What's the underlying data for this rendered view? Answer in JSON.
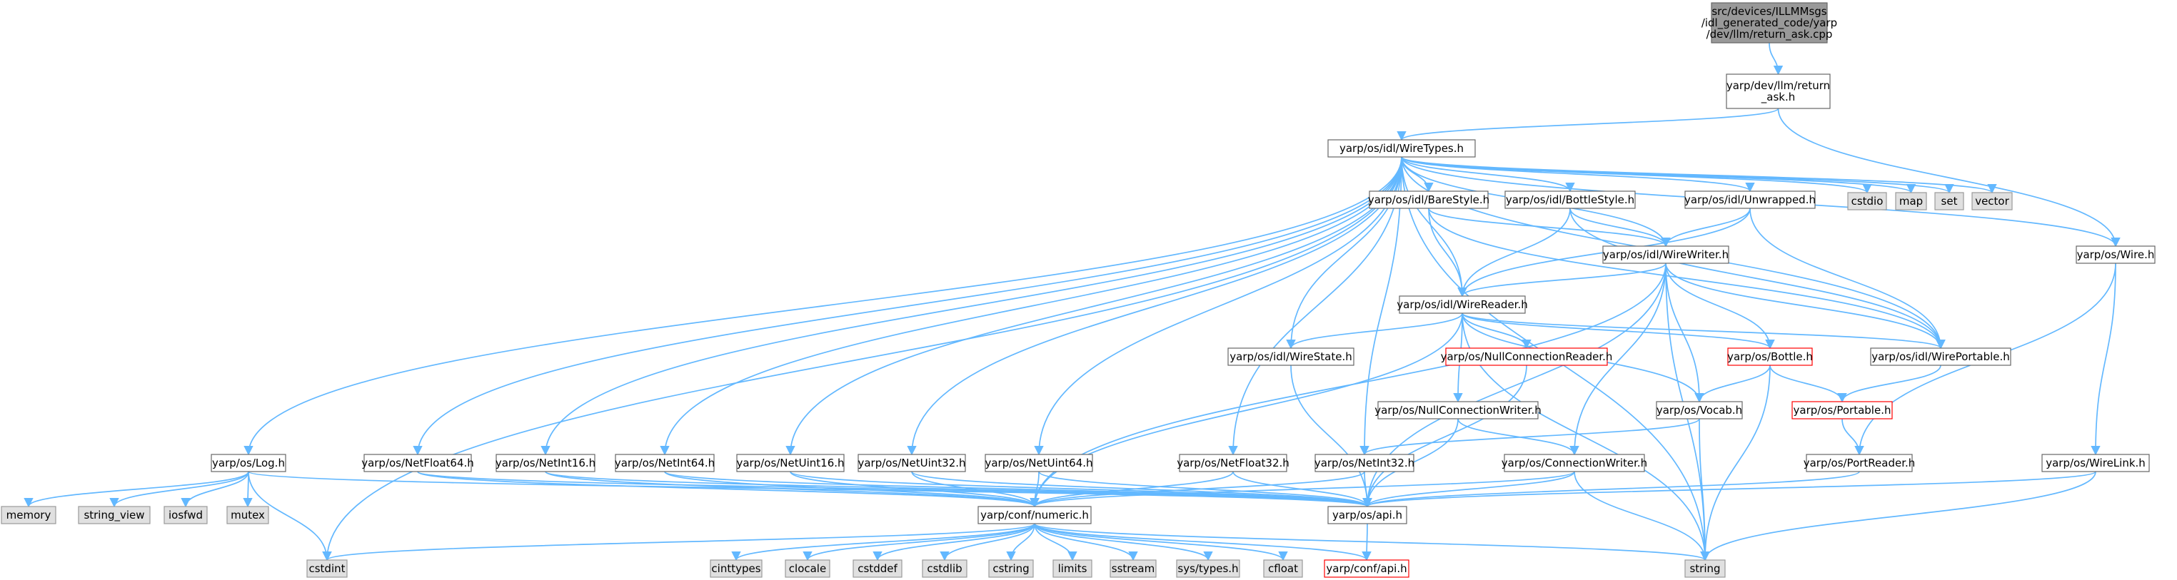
{
  "colors": {
    "edge": "#63b8ff",
    "root_fill": "#999999",
    "node_fill": "#ffffff",
    "node_border": "#666666",
    "system_fill": "#e0e0e0",
    "system_border": "#999999",
    "truncated_border": "#ff0000"
  },
  "nodes": [
    {
      "id": "root",
      "lines": [
        "src/devices/ILLMMsgs",
        "/idl_generated_code/yarp",
        "/dev/llm/return_ask.cpp"
      ],
      "kind": "root",
      "interactable": false
    },
    {
      "id": "return_ask_h",
      "lines": [
        "yarp/dev/llm/return",
        "_ask.h"
      ],
      "kind": "normal",
      "interactable": true
    },
    {
      "id": "wiretypes",
      "lines": [
        "yarp/os/idl/WireTypes.h"
      ],
      "kind": "normal",
      "interactable": true
    },
    {
      "id": "cstdio",
      "lines": [
        "cstdio"
      ],
      "kind": "system",
      "interactable": false
    },
    {
      "id": "map",
      "lines": [
        "map"
      ],
      "kind": "system",
      "interactable": false
    },
    {
      "id": "set",
      "lines": [
        "set"
      ],
      "kind": "system",
      "interactable": false
    },
    {
      "id": "vector",
      "lines": [
        "vector"
      ],
      "kind": "system",
      "interactable": false
    },
    {
      "id": "barestyle",
      "lines": [
        "yarp/os/idl/BareStyle.h"
      ],
      "kind": "normal",
      "interactable": true
    },
    {
      "id": "bottlestyle",
      "lines": [
        "yarp/os/idl/BottleStyle.h"
      ],
      "kind": "normal",
      "interactable": true
    },
    {
      "id": "unwrapped",
      "lines": [
        "yarp/os/idl/Unwrapped.h"
      ],
      "kind": "normal",
      "interactable": true
    },
    {
      "id": "wire",
      "lines": [
        "yarp/os/Wire.h"
      ],
      "kind": "normal",
      "interactable": true
    },
    {
      "id": "wirewriter",
      "lines": [
        "yarp/os/idl/WireWriter.h"
      ],
      "kind": "normal",
      "interactable": true
    },
    {
      "id": "wirereader",
      "lines": [
        "yarp/os/idl/WireReader.h"
      ],
      "kind": "normal",
      "interactable": true
    },
    {
      "id": "wirestate",
      "lines": [
        "yarp/os/idl/WireState.h"
      ],
      "kind": "normal",
      "interactable": true
    },
    {
      "id": "nullreader",
      "lines": [
        "yarp/os/NullConnectionReader.h"
      ],
      "kind": "truncated",
      "interactable": true
    },
    {
      "id": "bottle",
      "lines": [
        "yarp/os/Bottle.h"
      ],
      "kind": "truncated",
      "interactable": true
    },
    {
      "id": "wireportable",
      "lines": [
        "yarp/os/idl/WirePortable.h"
      ],
      "kind": "normal",
      "interactable": true
    },
    {
      "id": "nullwriter",
      "lines": [
        "yarp/os/NullConnectionWriter.h"
      ],
      "kind": "normal",
      "interactable": true
    },
    {
      "id": "vocab",
      "lines": [
        "yarp/os/Vocab.h"
      ],
      "kind": "normal",
      "interactable": true
    },
    {
      "id": "portable",
      "lines": [
        "yarp/os/Portable.h"
      ],
      "kind": "truncated",
      "interactable": true
    },
    {
      "id": "log",
      "lines": [
        "yarp/os/Log.h"
      ],
      "kind": "normal",
      "interactable": true
    },
    {
      "id": "netfloat64",
      "lines": [
        "yarp/os/NetFloat64.h"
      ],
      "kind": "normal",
      "interactable": true
    },
    {
      "id": "netint16",
      "lines": [
        "yarp/os/NetInt16.h"
      ],
      "kind": "normal",
      "interactable": true
    },
    {
      "id": "netint64",
      "lines": [
        "yarp/os/NetInt64.h"
      ],
      "kind": "normal",
      "interactable": true
    },
    {
      "id": "netuint16",
      "lines": [
        "yarp/os/NetUint16.h"
      ],
      "kind": "normal",
      "interactable": true
    },
    {
      "id": "netuint32",
      "lines": [
        "yarp/os/NetUint32.h"
      ],
      "kind": "normal",
      "interactable": true
    },
    {
      "id": "netuint64",
      "lines": [
        "yarp/os/NetUint64.h"
      ],
      "kind": "normal",
      "interactable": true
    },
    {
      "id": "netfloat32",
      "lines": [
        "yarp/os/NetFloat32.h"
      ],
      "kind": "normal",
      "interactable": true
    },
    {
      "id": "netint32",
      "lines": [
        "yarp/os/NetInt32.h"
      ],
      "kind": "normal",
      "interactable": true
    },
    {
      "id": "connwriter",
      "lines": [
        "yarp/os/ConnectionWriter.h"
      ],
      "kind": "normal",
      "interactable": true
    },
    {
      "id": "portreader",
      "lines": [
        "yarp/os/PortReader.h"
      ],
      "kind": "normal",
      "interactable": true
    },
    {
      "id": "wirelink",
      "lines": [
        "yarp/os/WireLink.h"
      ],
      "kind": "normal",
      "interactable": true
    },
    {
      "id": "memory",
      "lines": [
        "memory"
      ],
      "kind": "system",
      "interactable": false
    },
    {
      "id": "string_view",
      "lines": [
        "string_view"
      ],
      "kind": "system",
      "interactable": false
    },
    {
      "id": "iosfwd",
      "lines": [
        "iosfwd"
      ],
      "kind": "system",
      "interactable": false
    },
    {
      "id": "mutex",
      "lines": [
        "mutex"
      ],
      "kind": "system",
      "interactable": false
    },
    {
      "id": "numeric",
      "lines": [
        "yarp/conf/numeric.h"
      ],
      "kind": "normal",
      "interactable": true
    },
    {
      "id": "osapi",
      "lines": [
        "yarp/os/api.h"
      ],
      "kind": "normal",
      "interactable": true
    },
    {
      "id": "cstdint",
      "lines": [
        "cstdint"
      ],
      "kind": "system",
      "interactable": false
    },
    {
      "id": "cinttypes",
      "lines": [
        "cinttypes"
      ],
      "kind": "system",
      "interactable": false
    },
    {
      "id": "clocale",
      "lines": [
        "clocale"
      ],
      "kind": "system",
      "interactable": false
    },
    {
      "id": "cstddef",
      "lines": [
        "cstddef"
      ],
      "kind": "system",
      "interactable": false
    },
    {
      "id": "cstdlib",
      "lines": [
        "cstdlib"
      ],
      "kind": "system",
      "interactable": false
    },
    {
      "id": "cstring",
      "lines": [
        "cstring"
      ],
      "kind": "system",
      "interactable": false
    },
    {
      "id": "limits",
      "lines": [
        "limits"
      ],
      "kind": "system",
      "interactable": false
    },
    {
      "id": "sstream",
      "lines": [
        "sstream"
      ],
      "kind": "system",
      "interactable": false
    },
    {
      "id": "systypes",
      "lines": [
        "sys/types.h"
      ],
      "kind": "system",
      "interactable": false
    },
    {
      "id": "cfloat",
      "lines": [
        "cfloat"
      ],
      "kind": "system",
      "interactable": false
    },
    {
      "id": "confapi",
      "lines": [
        "yarp/conf/api.h"
      ],
      "kind": "truncated",
      "interactable": true
    },
    {
      "id": "string",
      "lines": [
        "string"
      ],
      "kind": "system",
      "interactable": false
    }
  ],
  "edges": [
    [
      "root",
      "return_ask_h"
    ],
    [
      "return_ask_h",
      "wiretypes"
    ],
    [
      "return_ask_h",
      "wire"
    ],
    [
      "wiretypes",
      "cstdio"
    ],
    [
      "wiretypes",
      "map"
    ],
    [
      "wiretypes",
      "set"
    ],
    [
      "wiretypes",
      "vector"
    ],
    [
      "wiretypes",
      "string"
    ],
    [
      "wiretypes",
      "cstdint"
    ],
    [
      "wiretypes",
      "barestyle"
    ],
    [
      "wiretypes",
      "bottlestyle"
    ],
    [
      "wiretypes",
      "unwrapped"
    ],
    [
      "wiretypes",
      "wire"
    ],
    [
      "wiretypes",
      "wirewriter"
    ],
    [
      "wiretypes",
      "wirereader"
    ],
    [
      "wiretypes",
      "wirestate"
    ],
    [
      "wiretypes",
      "wireportable"
    ],
    [
      "wiretypes",
      "log"
    ],
    [
      "wiretypes",
      "netfloat64"
    ],
    [
      "wiretypes",
      "netint16"
    ],
    [
      "wiretypes",
      "netint64"
    ],
    [
      "wiretypes",
      "netuint16"
    ],
    [
      "wiretypes",
      "netuint32"
    ],
    [
      "wiretypes",
      "netuint64"
    ],
    [
      "wiretypes",
      "netfloat32"
    ],
    [
      "wiretypes",
      "netint32"
    ],
    [
      "barestyle",
      "wirewriter"
    ],
    [
      "barestyle",
      "wirereader"
    ],
    [
      "barestyle",
      "wireportable"
    ],
    [
      "bottlestyle",
      "wirewriter"
    ],
    [
      "bottlestyle",
      "wirereader"
    ],
    [
      "bottlestyle",
      "wireportable"
    ],
    [
      "unwrapped",
      "wirewriter"
    ],
    [
      "unwrapped",
      "wirereader"
    ],
    [
      "unwrapped",
      "wireportable"
    ],
    [
      "wire",
      "portreader"
    ],
    [
      "wire",
      "wirelink"
    ],
    [
      "wirewriter",
      "wirereader"
    ],
    [
      "wirewriter",
      "bottle"
    ],
    [
      "wirewriter",
      "wireportable"
    ],
    [
      "wirewriter",
      "vocab"
    ],
    [
      "wirewriter",
      "connwriter"
    ],
    [
      "wirewriter",
      "osapi"
    ],
    [
      "wirewriter",
      "numeric"
    ],
    [
      "wirewriter",
      "string"
    ],
    [
      "wirereader",
      "wirestate"
    ],
    [
      "wirereader",
      "nullreader"
    ],
    [
      "wirereader",
      "bottle"
    ],
    [
      "wirereader",
      "wireportable"
    ],
    [
      "wirereader",
      "nullwriter"
    ],
    [
      "wirereader",
      "vocab"
    ],
    [
      "wirereader",
      "numeric"
    ],
    [
      "wirereader",
      "string"
    ],
    [
      "wirestate",
      "osapi"
    ],
    [
      "nullreader",
      "osapi"
    ],
    [
      "bottle",
      "vocab"
    ],
    [
      "bottle",
      "portable"
    ],
    [
      "bottle",
      "string"
    ],
    [
      "wireportable",
      "portable"
    ],
    [
      "nullwriter",
      "connwriter"
    ],
    [
      "nullwriter",
      "osapi"
    ],
    [
      "vocab",
      "netint32"
    ],
    [
      "vocab",
      "string"
    ],
    [
      "portable",
      "portreader"
    ],
    [
      "log",
      "memory"
    ],
    [
      "log",
      "string_view"
    ],
    [
      "log",
      "iosfwd"
    ],
    [
      "log",
      "mutex"
    ],
    [
      "log",
      "cstdint"
    ],
    [
      "log",
      "osapi"
    ],
    [
      "netfloat64",
      "numeric"
    ],
    [
      "netfloat64",
      "osapi"
    ],
    [
      "netint16",
      "numeric"
    ],
    [
      "netint16",
      "osapi"
    ],
    [
      "netint64",
      "numeric"
    ],
    [
      "netint64",
      "osapi"
    ],
    [
      "netuint16",
      "numeric"
    ],
    [
      "netuint16",
      "osapi"
    ],
    [
      "netuint32",
      "numeric"
    ],
    [
      "netuint32",
      "osapi"
    ],
    [
      "netuint64",
      "numeric"
    ],
    [
      "netuint64",
      "osapi"
    ],
    [
      "netfloat32",
      "numeric"
    ],
    [
      "netfloat32",
      "osapi"
    ],
    [
      "netint32",
      "numeric"
    ],
    [
      "netint32",
      "osapi"
    ],
    [
      "connwriter",
      "numeric"
    ],
    [
      "connwriter",
      "osapi"
    ],
    [
      "connwriter",
      "string"
    ],
    [
      "portreader",
      "osapi"
    ],
    [
      "wirelink",
      "osapi"
    ],
    [
      "wirelink",
      "string"
    ],
    [
      "osapi",
      "confapi"
    ],
    [
      "numeric",
      "cstdint"
    ],
    [
      "numeric",
      "cinttypes"
    ],
    [
      "numeric",
      "clocale"
    ],
    [
      "numeric",
      "cstddef"
    ],
    [
      "numeric",
      "cstdlib"
    ],
    [
      "numeric",
      "cstring"
    ],
    [
      "numeric",
      "limits"
    ],
    [
      "numeric",
      "sstream"
    ],
    [
      "numeric",
      "systypes"
    ],
    [
      "numeric",
      "cfloat"
    ],
    [
      "numeric",
      "string"
    ],
    [
      "numeric",
      "confapi"
    ]
  ]
}
